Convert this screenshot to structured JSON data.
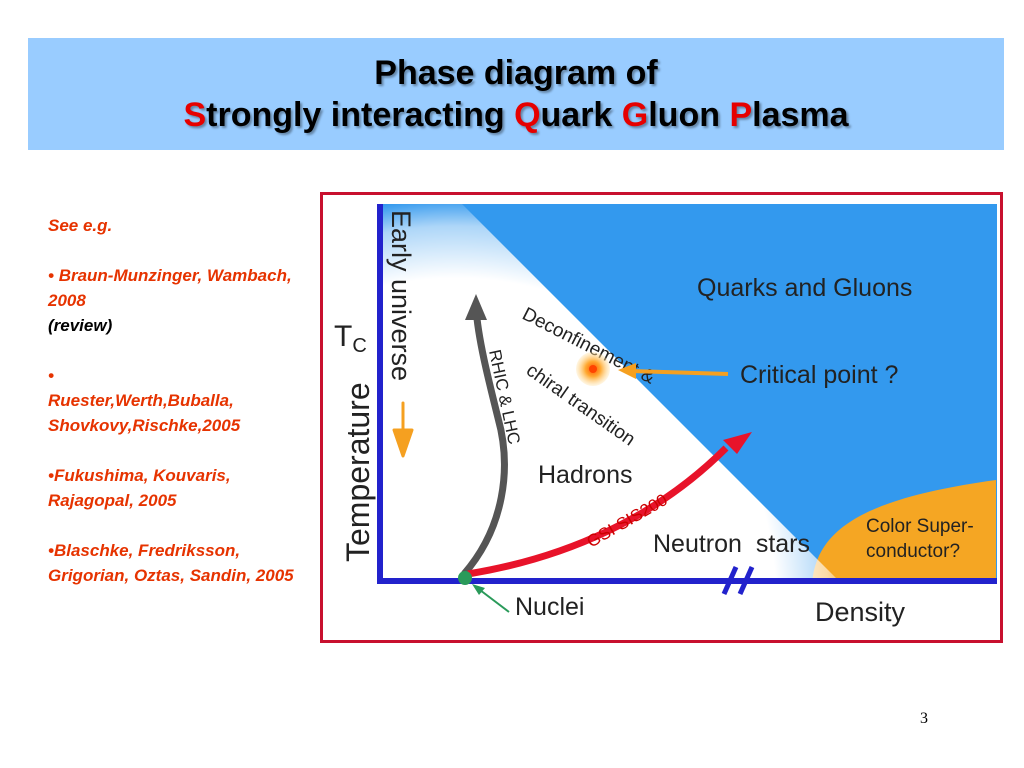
{
  "title": {
    "line1": "Phase diagram of",
    "line2": [
      {
        "initial": "S",
        "rest": "trongly interacting "
      },
      {
        "initial": "Q",
        "rest": "uark "
      },
      {
        "initial": "G",
        "rest": "luon "
      },
      {
        "initial": "P",
        "rest": "lasma"
      }
    ]
  },
  "references": {
    "intro": "See e.g.",
    "items": [
      {
        "bullet": "• ",
        "authors": "Braun-Munzinger, Wambach, 2008",
        "note": "(review)"
      },
      {
        "bullet": "• ",
        "authors": "Ruester,Werth,Buballa, Shovkovy,Rischke,2005"
      },
      {
        "bullet": "•",
        "authors": "Fukushima, Kouvaris, Rajagopal, 2005"
      },
      {
        "bullet": "•",
        "authors": "Blaschke, Fredriksson, Grigorian, Oztas, Sandin, 2005"
      }
    ]
  },
  "diagram": {
    "y_axis_label": "Temperature",
    "tc_main": "T",
    "tc_sub": "C",
    "x_axis_label": "Density",
    "early_universe": "Early universe",
    "rhic_lhc": "RHIC & LHC",
    "deconfinement": "Deconfinement &",
    "chiral_transition": "chiral transition",
    "quarks_gluons": "Quarks and Gluons",
    "critical_point": "Critical point ?",
    "hadrons": "Hadrons",
    "gsi": "GSI SIS200",
    "neutron_stars": "Neutron  stars",
    "color_super_1": "Color Super-",
    "color_super_2": "conductor?",
    "nuclei": "Nuclei",
    "colors": {
      "qgp_blue": "#3399ee",
      "axis_blue": "#2222cc",
      "csc_orange": "#f5a623",
      "arrow_orange": "#f5a020",
      "arrow_red": "#e8132a",
      "arrow_gray": "#555555",
      "nuclei_green": "#2a9a5a",
      "frame_red": "#c8102e"
    }
  },
  "page_number": "3"
}
